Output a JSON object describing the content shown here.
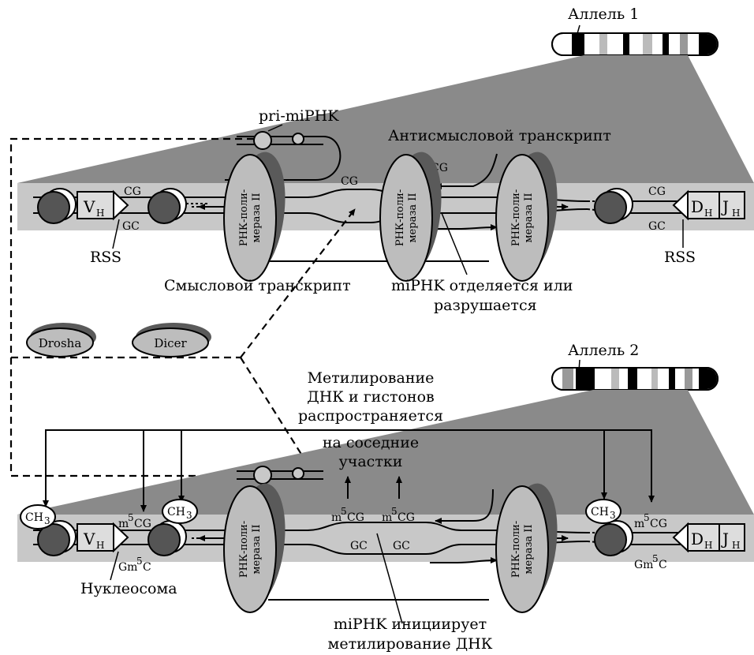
{
  "allele1_label": "Аллель 1",
  "allele2_label": "Аллель 2",
  "pri_mirna_label": "pri-miPHK",
  "antisense_label": "Антисмысловой транскрипт",
  "sense_label": "Смысловой транскрипт",
  "mirna_detach_line1": "miPHK отделяется или",
  "mirna_detach_line2": "разрушается",
  "methylation_spread": [
    "Метилирование",
    "ДНК и гистонов",
    "распространяется",
    "на соседние",
    "участки"
  ],
  "mirna_initiates_line1": "miPHK инициирует",
  "mirna_initiates_line2": "метилирование ДНК",
  "nucleosome_label": "Нуклеосома",
  "rss_label": "RSS",
  "drosha_label": "Drosha",
  "dicer_label": "Dicer",
  "polymerase_line1": "РНК-поли-",
  "polymerase_line2": "мераза II",
  "cg": "CG",
  "gc": "GC",
  "m5cg_m": "m",
  "m5cg_sup": "5",
  "m5cg_cg": "CG",
  "gm5c_g": "Gm",
  "gm5c_sup": "5",
  "gm5c_c": "C",
  "ch3": "CH",
  "ch3_sub": "3",
  "vh": "V",
  "vh_sub": "H",
  "dh": "D",
  "dh_sub": "H",
  "jh": "J",
  "jh_sub": "H",
  "colors": {
    "light_gray": "#c8c8c8",
    "dark_gray": "#5a5a5a",
    "mid_gray": "#8a8a8a",
    "band_gray": "#bdbdbd"
  }
}
